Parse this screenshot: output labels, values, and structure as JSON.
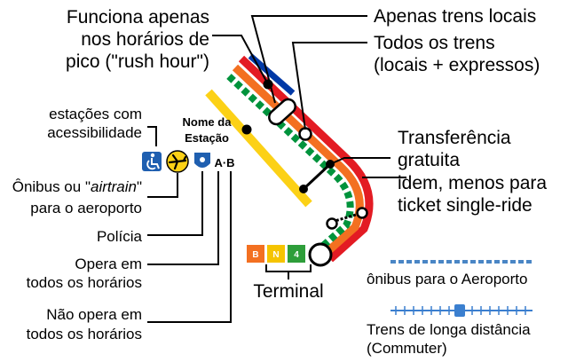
{
  "callouts": {
    "rush_hour": [
      "Funciona apenas",
      "nos horários de",
      "pico (\"rush hour\")"
    ],
    "local_only": "Apenas trens locais",
    "all_trains": [
      "Todos os trens",
      "(locais + expressos)"
    ],
    "accessible": [
      "estações com",
      "acessibilidade"
    ],
    "station_name": [
      "Nome da",
      "Estação"
    ],
    "airport_bus": [
      "Ônibus ou \"",
      "airtrain",
      "\"",
      "para o aeroporto"
    ],
    "police": "Polícia",
    "all_times": [
      "Opera em",
      "todos os horários"
    ],
    "not_all_times": [
      "Não opera em",
      "todos os horários"
    ],
    "free_transfer": [
      "Transferência",
      "gratuita"
    ],
    "transfer_except": [
      "idem, menos para",
      "ticket single-ride"
    ],
    "terminal": "Terminal"
  },
  "station_symbols": {
    "letters": "A·B"
  },
  "terminal_badges": [
    {
      "label": "B",
      "color": "#f37021"
    },
    {
      "label": "N",
      "color": "#f5c400"
    },
    {
      "label": "4",
      "color": "#2e9e3a"
    }
  ],
  "legend": {
    "airport_bus": "ônibus para o Aeroporto",
    "commuter": [
      "Trens de longa distância",
      "(Commuter)"
    ]
  },
  "colors": {
    "red": "#e31b23",
    "orange": "#f37021",
    "yellow": "#fcd116",
    "green": "#00933c",
    "blue": "#0039a6",
    "airport_dash": "#4a86c5",
    "commuter": "#3b7fcf"
  }
}
